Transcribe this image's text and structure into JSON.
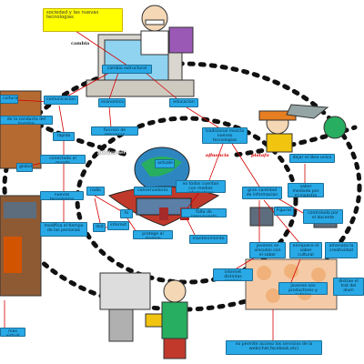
{
  "title": "sociedad y las nuevas tecnologias",
  "connector": "cambia",
  "links": {
    "puede_ser": "pueden ser",
    "afluencia": "afluencia",
    "plataf": "platafo"
  },
  "nodes": {
    "estructural": "cambio estructural",
    "comunicacion": "comunicacion",
    "economico": "economico",
    "educacion": "educacion",
    "cultura": "cultura",
    "conducta": "de la conducta del hombre",
    "rapida": "rapida",
    "funcion_empresas": "funcion de empresas",
    "tradicional": "tradicional mezcla nuevas tecnologias",
    "global": "global",
    "conectado": "conectado al mundo",
    "nuevas_tec": "nuevas tecnologias",
    "radio": "radio",
    "conservadores": "conservadores",
    "no_todos": "no todos cuentan con medios informaticos",
    "actuale": "actuale",
    "dejar_libro": "dejar el libro unico",
    "saber_mediado": "saber mediado por el maestro",
    "gran_cantidad": "gran cantidad de informacion",
    "tv": "tv",
    "falta_presupuesto": "falta de presupuesto",
    "controlado": "controlado por el docente",
    "figuras": "Figuras",
    "modifica_tiempo": "modifica el tiempo de las personas",
    "dvd": "dvd",
    "internet_small": "internet",
    "protege_alumno": "protege al alumno",
    "mantenimiento": "mantenimiento",
    "jovenes": "jovenes se vinculan con el saber",
    "enriquece": "enriquece el saber cultural",
    "amenaza": "amenaza la creatividad",
    "internet_paginas": "internet distintas paginas",
    "jovenes_productores": "jovenes son productores y autores",
    "distrae": "distrae el trat del alum",
    "mas_virtual": "mas virtual",
    "permite_acceso": "no permite acceso los servicios de la web(chat,facebook,etc)"
  },
  "colors": {
    "node_fill": "#29a9e6",
    "title_fill": "#ffff00",
    "edge": "#d40000",
    "dots": "#111111"
  }
}
